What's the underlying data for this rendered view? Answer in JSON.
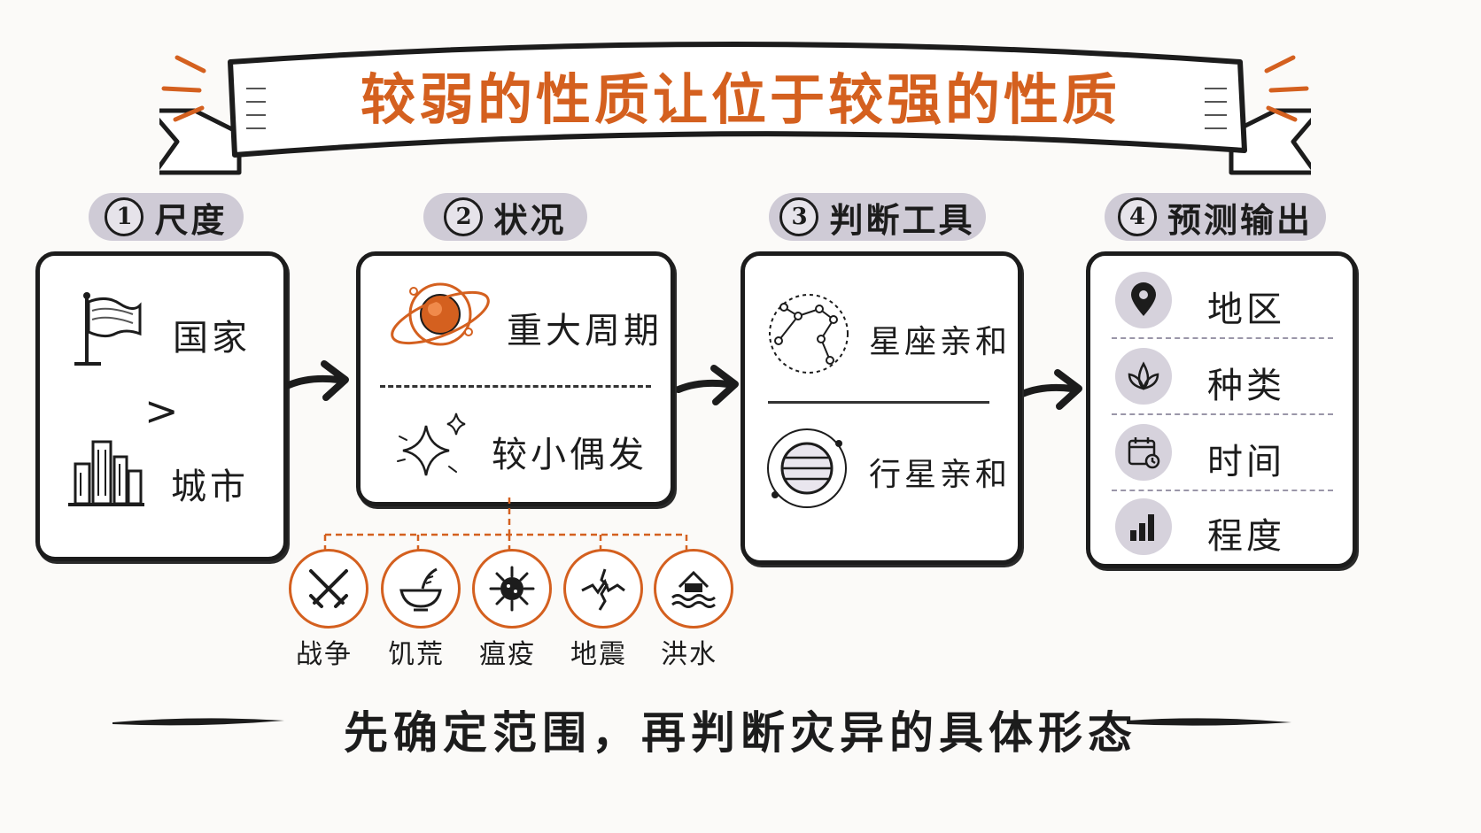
{
  "title": "较弱的性质让位于较强的性质",
  "steps": [
    {
      "num": "1",
      "label": "尺度"
    },
    {
      "num": "2",
      "label": "状况"
    },
    {
      "num": "3",
      "label": "判断工具"
    },
    {
      "num": "4",
      "label": "预测输出"
    }
  ],
  "scale": {
    "country": "国家",
    "gt": ">",
    "city": "城市"
  },
  "situation": {
    "major": "重大周期",
    "minor": "较小偶发"
  },
  "tools": {
    "constellation": "星座亲和",
    "planet": "行星亲和"
  },
  "outputs": [
    "地区",
    "种类",
    "时间",
    "程度"
  ],
  "hazards": [
    "战争",
    "饥荒",
    "瘟疫",
    "地震",
    "洪水"
  ],
  "footer": "先确定范围，再判断灾异的具体形态",
  "colors": {
    "accent": "#d4601f",
    "ink": "#1c1c1c",
    "pill": "#cfcbd6"
  }
}
